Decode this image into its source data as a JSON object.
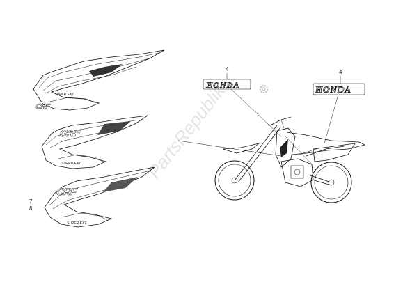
{
  "callouts": {
    "left_top": "4",
    "right_top": "4",
    "seven": "7",
    "eight": "8"
  },
  "emblems": {
    "left": "HONDA",
    "right": "HONDA"
  },
  "decals": {
    "top_model": "CRF",
    "top_small": "SUPER EXT",
    "mid_model": "CRF",
    "mid_small": "SUPER EXT",
    "bottom_model": "CRF",
    "bottom_small": "SUPER EXT"
  },
  "watermark": "PartsRepublik",
  "colors": {
    "line": "#111111",
    "background": "#ffffff",
    "watermark": "#cfcfcf"
  }
}
